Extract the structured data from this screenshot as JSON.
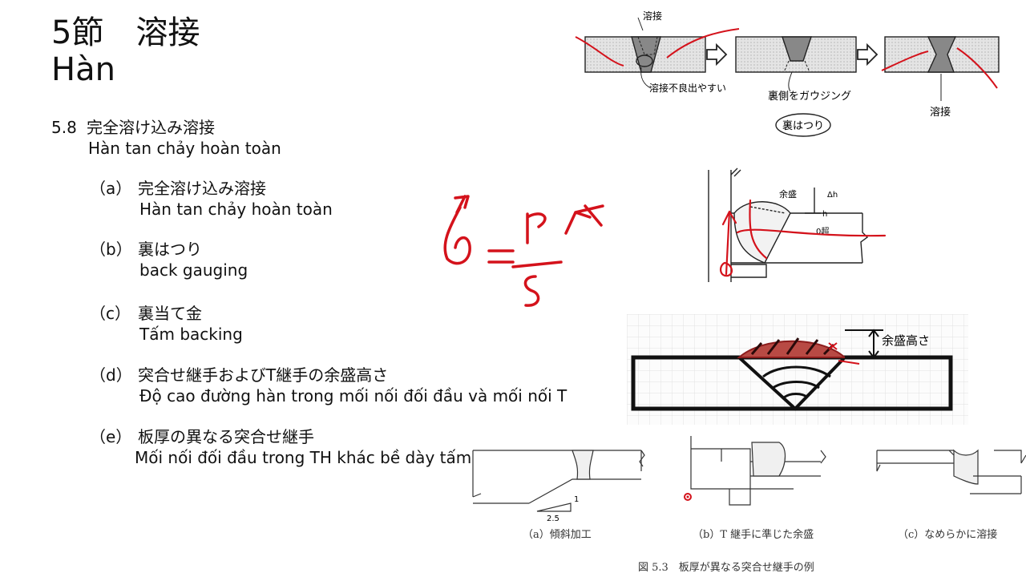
{
  "slide": {
    "title_jp": "5節　溶接",
    "title_vi": "Hàn",
    "section": {
      "number": "5.8",
      "jp": "完全溶け込み溶接",
      "vi": "Hàn tan chảy hoàn toàn"
    },
    "items": [
      {
        "label": "（a）",
        "jp": "完全溶け込み溶接",
        "vi": "Hàn tan chảy hoàn toàn"
      },
      {
        "label": "（b）",
        "jp": "裏はつり",
        "vi": "back gauging"
      },
      {
        "label": "（c）",
        "jp": "裏当て金",
        "vi": "Tấm backing"
      },
      {
        "label": "（d）",
        "jp": "突合せ継手およびT継手の余盛高さ",
        "vi": "Độ cao đường hàn trong mối nối đối đầu và mối nối T"
      },
      {
        "label": "（e）",
        "jp": "板厚の異なる突合せ継手",
        "vi": "Mối nối đối đầu trong TH khác bề dày tấm"
      }
    ]
  },
  "figures": {
    "top_sketch": {
      "label_weld": "溶接",
      "label_defect": "溶接不良出やすい",
      "label_gouging": "裏側をガウジング",
      "label_backchip": "裏はつり",
      "label_weld2": "溶接"
    },
    "t_joint": {
      "label_reinforcement": "余盛",
      "label_h": "h",
      "label_0": "0超",
      "label_dh": "Δh"
    },
    "butt_joint": {
      "label_height": "余盛高さ"
    },
    "fig53": {
      "sub_a": "（a）傾斜加工",
      "sub_b": "（b）T 継手に準じた余盛",
      "sub_c": "（c）なめらかに溶接",
      "slope_1": "1",
      "slope_25": "2.5",
      "caption": "図 5.3　板厚が異なる突合せ継手の例"
    }
  },
  "colors": {
    "ink_red": "#d4121b",
    "text": "#111111",
    "weld_fill": "#8c1c1c"
  }
}
